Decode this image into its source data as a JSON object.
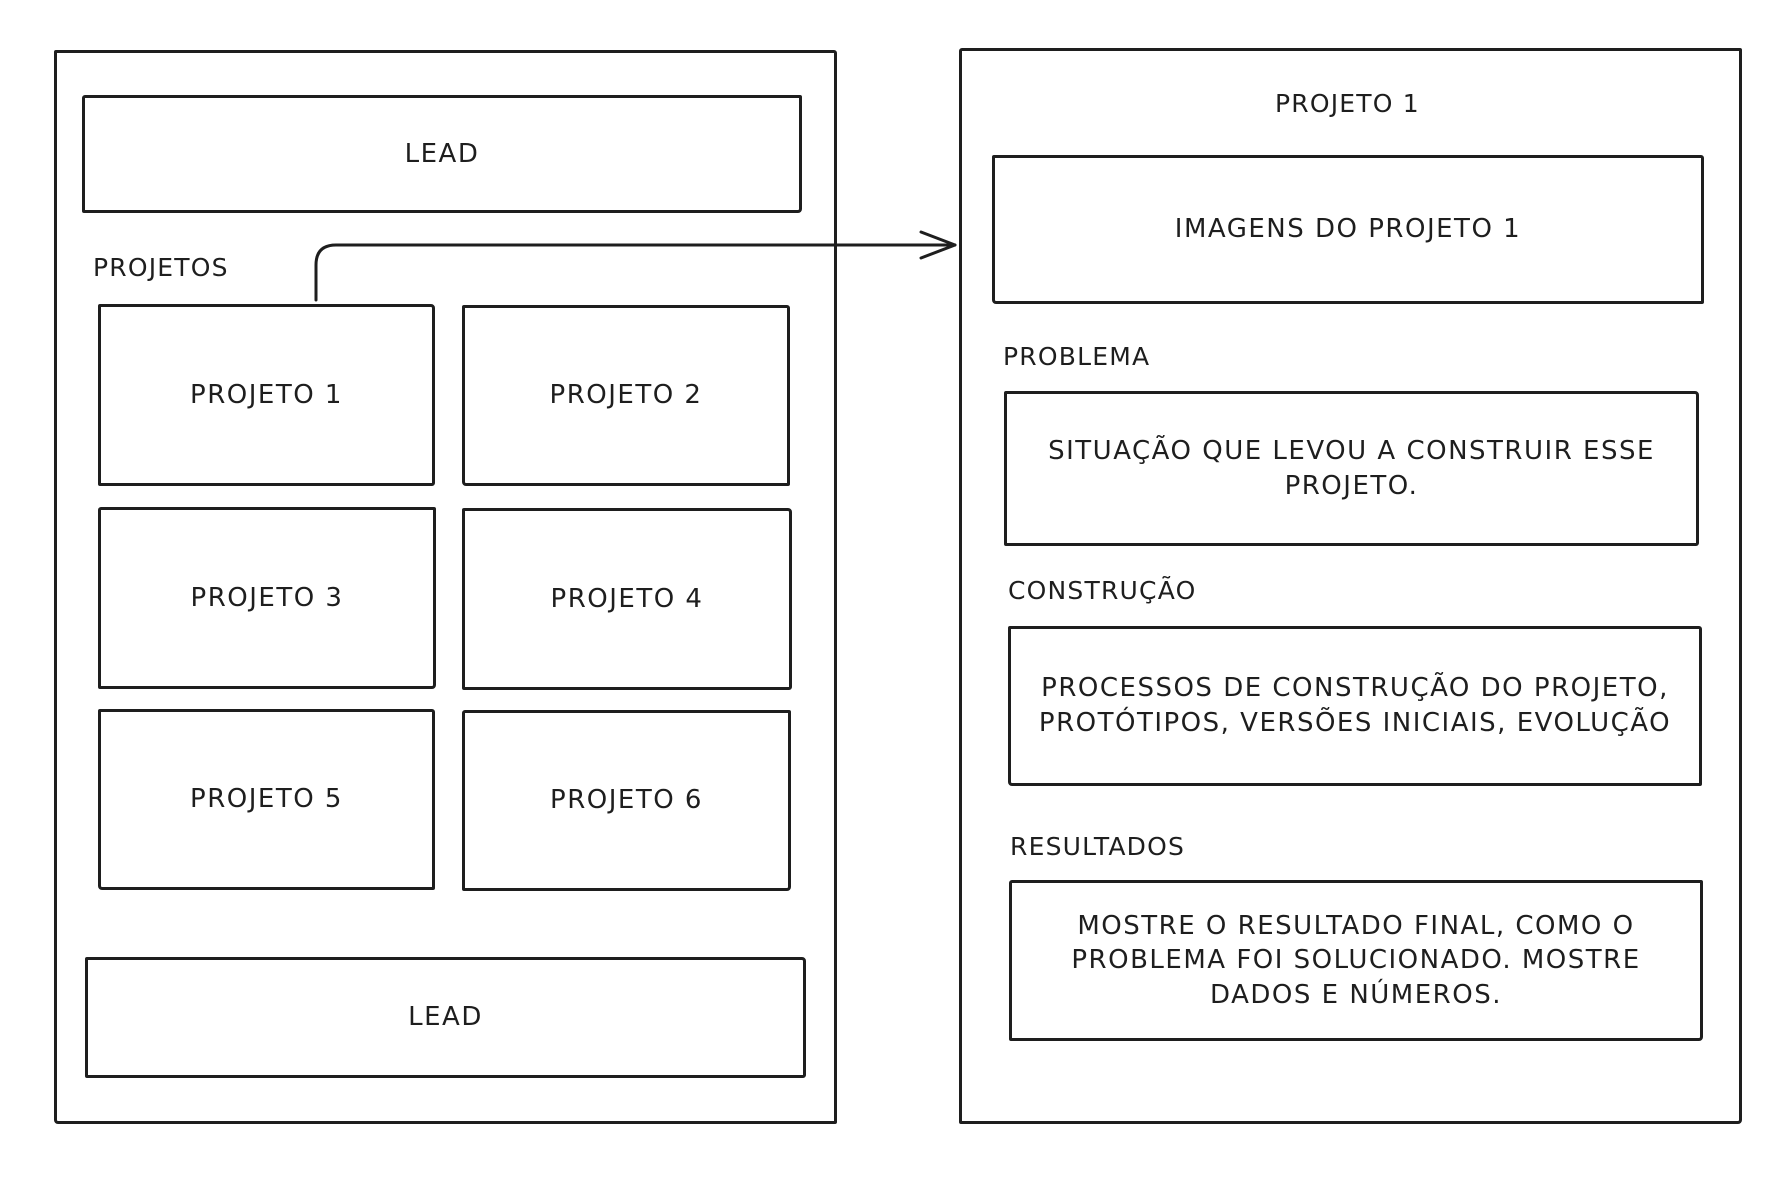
{
  "home_page": {
    "lead_top": "LEAD",
    "projects_heading": "PROJETOS",
    "projects": [
      "PROJETO 1",
      "PROJETO 2",
      "PROJETO 3",
      "PROJETO 4",
      "PROJETO 5",
      "PROJETO 6"
    ],
    "lead_bottom": "LEAD"
  },
  "project_page": {
    "title": "PROJETO 1",
    "images": "IMAGENS DO PROJETO 1",
    "sections": [
      {
        "heading": "PROBLEMA",
        "body": "SITUAÇÃO QUE LEVOU A CONSTRUIR ESSE\nPROJETO."
      },
      {
        "heading": "CONSTRUÇÃO",
        "body": "PROCESSOS DE CONSTRUÇÃO DO PROJETO,\nPROTÓTIPOS, VERSÕES INICIAIS, EVOLUÇÃO"
      },
      {
        "heading": "RESULTADOS",
        "body": "MOSTRE O RESULTADO FINAL, COMO O\nPROBLEMA FOI SOLUCIONADO. MOSTRE\nDADOS E NÚMEROS."
      }
    ]
  },
  "colors": {
    "stroke": "#1e1e1e",
    "background": "#ffffff"
  }
}
